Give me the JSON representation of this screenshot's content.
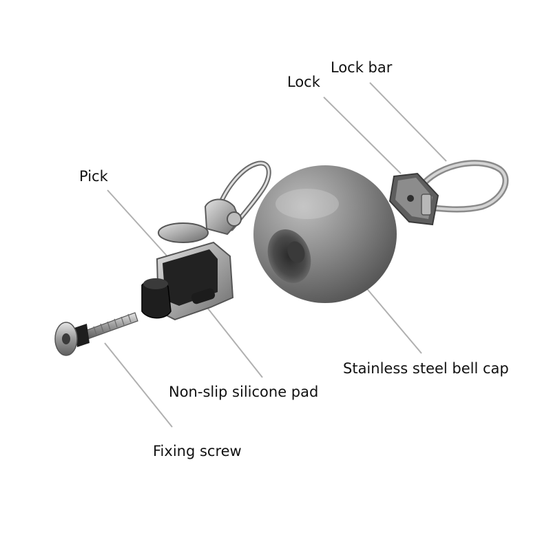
{
  "labels": {
    "lock_bar": "Lock bar",
    "lock": "Lock",
    "pick": "Pick",
    "bell_cap": "Stainless steel bell cap",
    "silicone_pad": "Non-slip silicone pad",
    "fixing_screw": "Fixing screw"
  },
  "colors": {
    "leader_line": "#b0b0b0",
    "metal_light": "#cfcfcf",
    "metal_mid": "#8e8e8e",
    "metal_dark": "#4a4a4a",
    "rubber": "#1e1e1e",
    "background": "#ffffff"
  }
}
